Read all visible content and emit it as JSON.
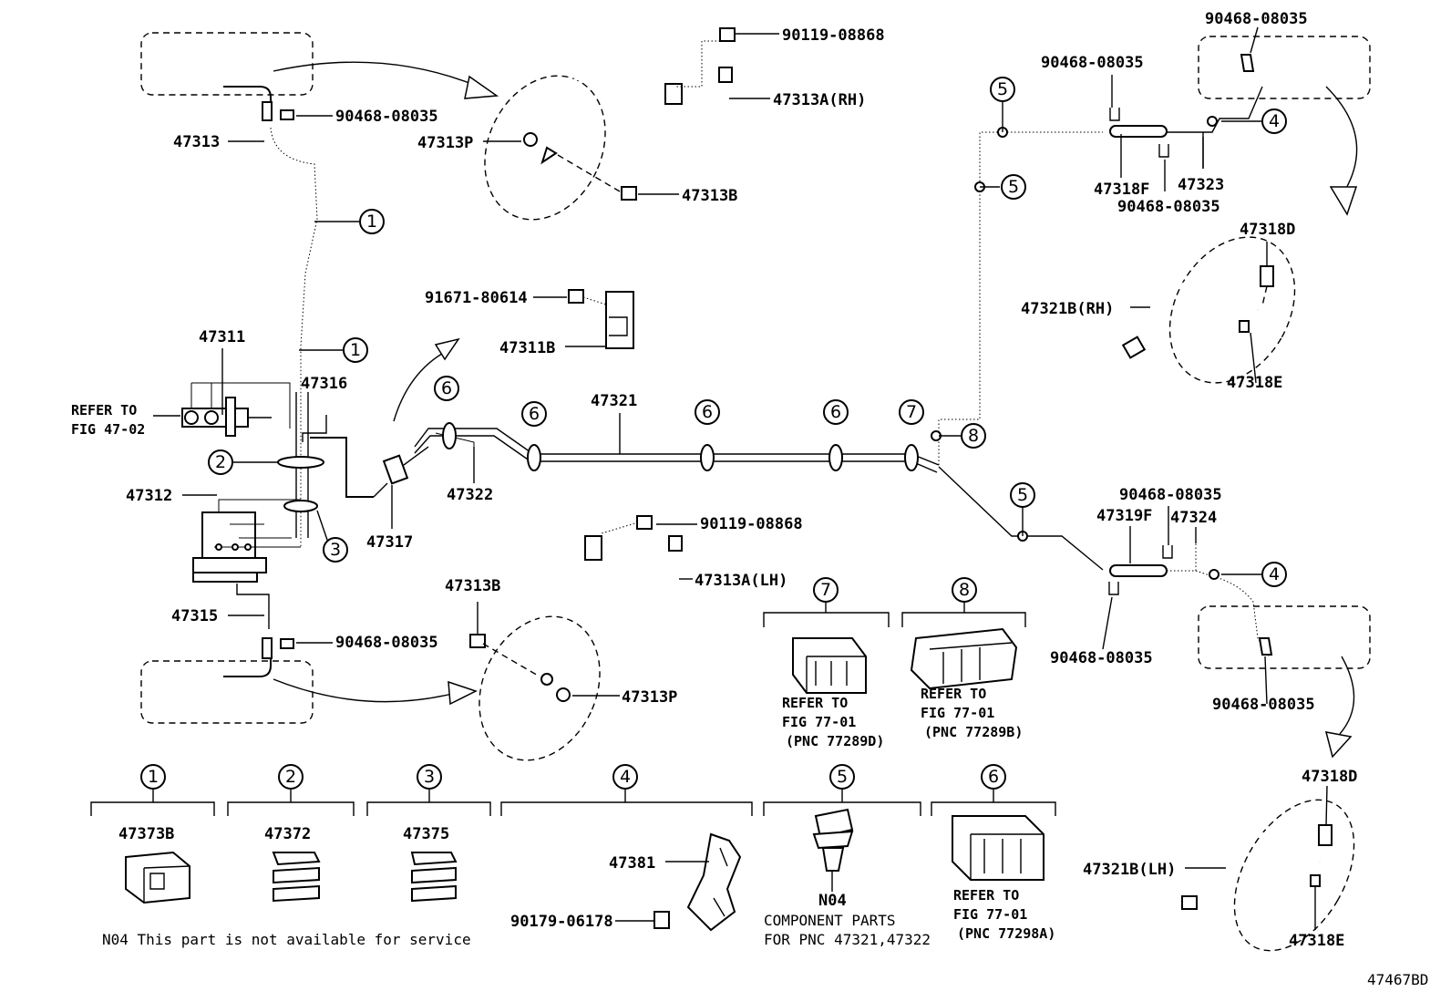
{
  "labels": {
    "p90119_08868_top": "90119-08868",
    "p47313A_RH": "47313A(RH)",
    "p47313P_top": "47313P",
    "p47313B_top": "47313B",
    "p90468_08035_a": "90468-08035",
    "p47313": "47313",
    "p91671_80614": "91671-80614",
    "p47311B": "47311B",
    "p47311": "47311",
    "refer_to_a": "REFER TO",
    "fig_47_02": "FIG 47-02",
    "p47316": "47316",
    "p47312": "47312",
    "p47317": "47317",
    "p47322": "47322",
    "p47321": "47321",
    "p47315": "47315",
    "p90468_08035_b": "90468-08035",
    "p90119_08868_bot": "90119-08868",
    "p47313B_bot": "47313B",
    "p47313A_LH": "47313A(LH)",
    "p47313P_bot": "47313P",
    "p90468_08035_c": "90468-08035",
    "p90468_08035_d": "90468-08035",
    "p47318F": "47318F",
    "p47323": "47323",
    "p90468_08035_e": "90468-08035",
    "p47318D_top": "47318D",
    "p47321B_RH": "47321B(RH)",
    "p47318E_top": "47318E",
    "p90468_08035_f": "90468-08035",
    "p47319F": "47319F",
    "p47324": "47324",
    "p90468_08035_g": "90468-08035",
    "p90468_08035_h": "90468-08035",
    "p47318D_bot": "47318D",
    "p47321B_LH": "47321B(LH)",
    "p47318E_bot": "47318E",
    "refer_7_a": "REFER TO",
    "refer_7_b": "FIG 77-01",
    "refer_7_c": "(PNC 77289D)",
    "refer_8_a": "REFER TO",
    "refer_8_b": "FIG 77-01",
    "refer_8_c": "(PNC 77289B)",
    "p47373B": "47373B",
    "p47372": "47372",
    "p47375": "47375",
    "p47381": "47381",
    "p90179_06178": "90179-06178",
    "n04": "N04",
    "component_a": "COMPONENT PARTS",
    "component_b": "FOR PNC 47321,47322",
    "refer_6_a": "REFER TO",
    "refer_6_b": "FIG 77-01",
    "refer_6_c": "(PNC 77298A)",
    "note": "N04 This part is not available for service",
    "figure_code": "47467BD"
  },
  "circled": {
    "c1a": "1",
    "c1b": "1",
    "c2": "2",
    "c3": "3",
    "c6a": "6",
    "c6b": "6",
    "c6c": "6",
    "c6d": "6",
    "c7": "7",
    "c8": "8",
    "c5a": "5",
    "c5b": "5",
    "c5c": "5",
    "c4a": "4",
    "c4b": "4",
    "k1": "1",
    "k2": "2",
    "k3": "3",
    "k4": "4",
    "k5": "5",
    "k6": "6",
    "k7": "7",
    "k8": "8"
  }
}
